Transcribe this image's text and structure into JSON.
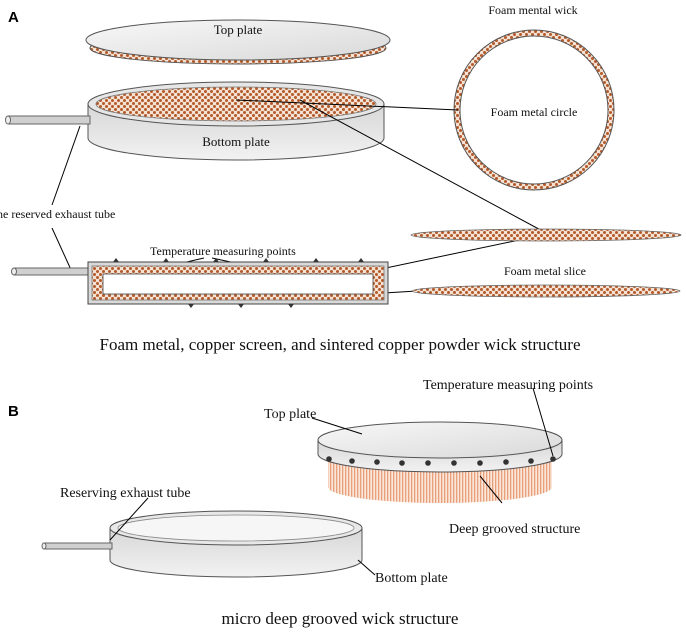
{
  "panel_a": {
    "letter": "A",
    "top_plate": "Top plate",
    "bottom_plate": "Bottom plate",
    "foam_wick": "Foam mental wick",
    "foam_circle": "Foam metal circle",
    "exhaust_tube": "he reserved exhaust tube",
    "temperature_points": "Temperature measuring points",
    "foam_slice": "Foam metal slice",
    "caption": "Foam metal, copper screen, and sintered copper powder wick structure"
  },
  "panel_b": {
    "letter": "B",
    "temperature_points": "Temperature measuring points",
    "top_plate": "Top plate",
    "exhaust_tube": "Reserving exhaust tube",
    "deep_grooved": "Deep grooved structure",
    "bottom_plate": "Bottom plate",
    "caption": "micro deep grooved wick structure"
  },
  "colors": {
    "mesh": "#b55a2a",
    "metal": "#dcdcdc",
    "grooves": "#e8a07a"
  }
}
